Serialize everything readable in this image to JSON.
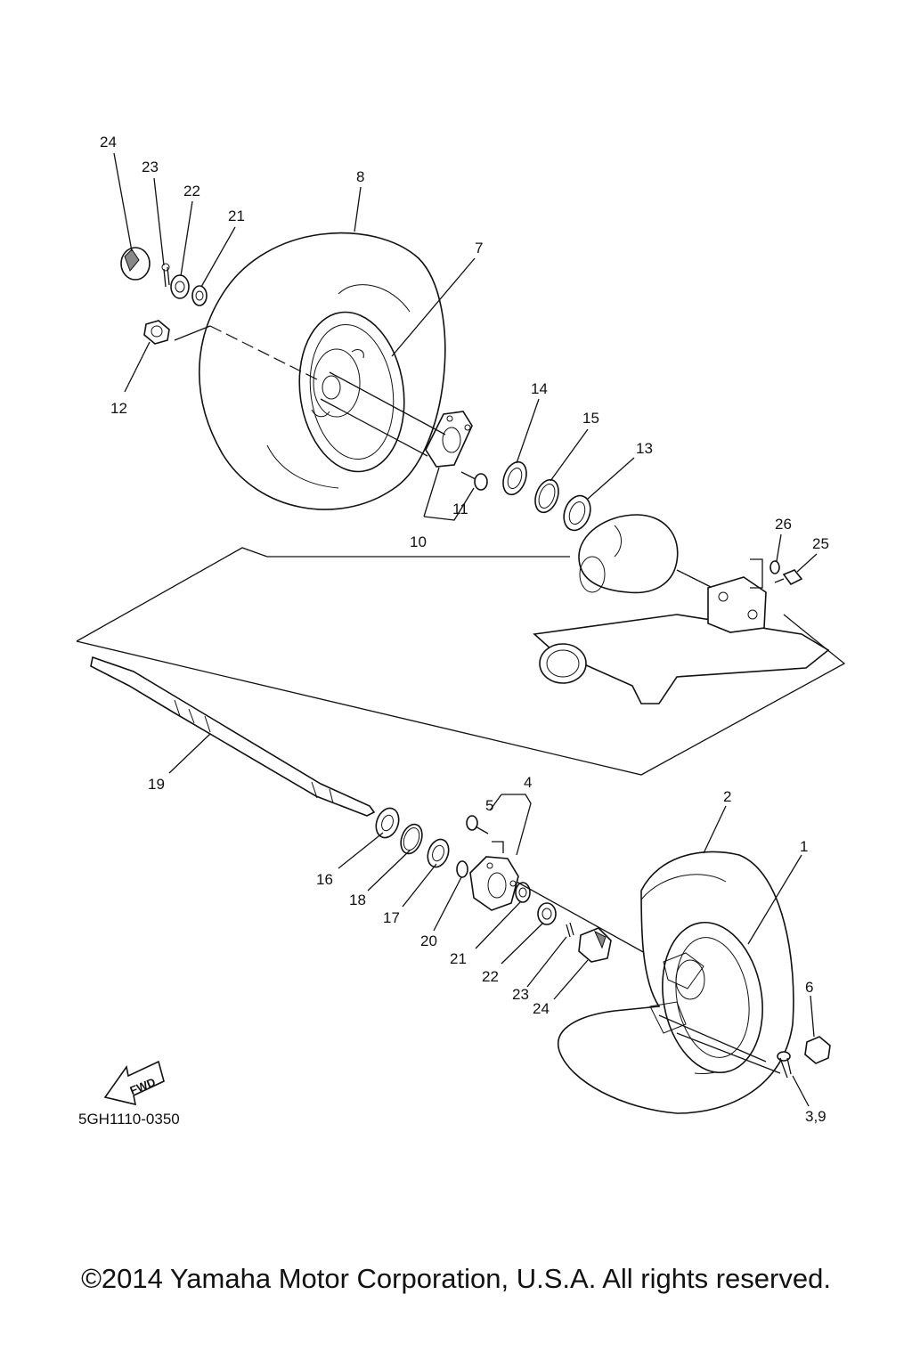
{
  "diagram": {
    "code": "5GH1110-0350",
    "fwd_label": "FWD",
    "labels": {
      "l24a": "24",
      "l23a": "23",
      "l22a": "22",
      "l21a": "21",
      "l8": "8",
      "l7": "7",
      "l12": "12",
      "l14": "14",
      "l15": "15",
      "l13": "13",
      "l11": "11",
      "l10": "10",
      "l26": "26",
      "l25": "25",
      "l19": "19",
      "l4": "4",
      "l5": "5",
      "l2": "2",
      "l1": "1",
      "l16": "16",
      "l18": "18",
      "l17": "17",
      "l20": "20",
      "l21b": "21",
      "l22b": "22",
      "l23b": "23",
      "l24b": "24",
      "l6": "6",
      "l39": "3,9"
    }
  },
  "footer": {
    "copyright": "©2014 Yamaha Motor Corporation, U.S.A. All rights reserved."
  }
}
